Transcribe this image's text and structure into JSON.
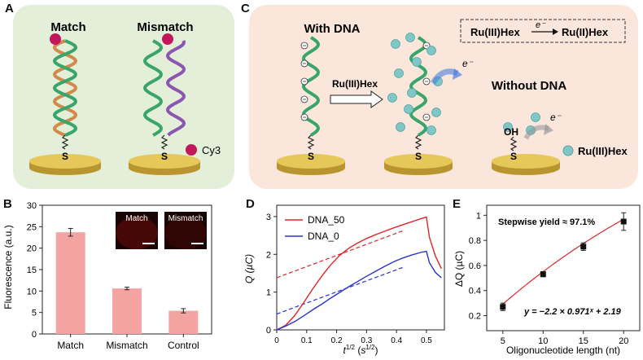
{
  "panels": {
    "A": {
      "letter": "A",
      "match_label": "Match",
      "mismatch_label": "Mismatch",
      "legend_label": "Cy3",
      "thiol_label": "S",
      "colors": {
        "bg": "#e3efd9",
        "strand": "#3aa56a",
        "match_strand": "#d18a4a",
        "mismatch_strand": "#8a56b0",
        "dye": "#c2185b",
        "gold": "#d9b84a"
      }
    },
    "B": {
      "letter": "B",
      "inset_labels": [
        "Match",
        "Mismatch"
      ]
    },
    "C": {
      "letter": "C",
      "with_dna_label": "With DNA",
      "without_dna_label": "Without DNA",
      "arrow_label": "Ru(III)Hex",
      "reaction_left": "Ru(III)Hex",
      "reaction_right": "Ru(II)Hex",
      "electron": "e⁻",
      "legend_label": "Ru(III)Hex",
      "oh_label": "OH",
      "thiol_label": "S",
      "charge": "⊖",
      "colors": {
        "bg": "#fbe6dc",
        "strand": "#3aa56a",
        "ball": "#7fc6c6",
        "gold": "#d9b84a"
      }
    },
    "D": {
      "letter": "D"
    },
    "E": {
      "letter": "E"
    }
  },
  "chart_data": [
    {
      "id": "B",
      "type": "bar",
      "categories": [
        "Match",
        "Mismatch",
        "Control"
      ],
      "values": [
        23.7,
        10.6,
        5.4
      ],
      "errors": [
        0.9,
        0.3,
        0.5
      ],
      "ylabel": "Fluorescence (a.u.)",
      "xlabel": "",
      "ylim": [
        0,
        30
      ],
      "yticks": [
        "0",
        "5",
        "10",
        "15",
        "20",
        "25",
        "30"
      ],
      "bar_color": "#f4a3a3"
    },
    {
      "id": "D",
      "type": "line",
      "xlabel": "t1/2 (s1/2)",
      "ylabel": "Q (µC)",
      "xlim": [
        0,
        0.56
      ],
      "ylim": [
        0,
        3.3
      ],
      "xticks": [
        "0",
        "0.1",
        "0.2",
        "0.3",
        "0.4",
        "0.5"
      ],
      "yticks": [
        "0",
        "1",
        "2",
        "3"
      ],
      "legend": "top-left",
      "series": [
        {
          "name": "DNA_50",
          "color": "#e0262a",
          "x": [
            0.0,
            0.03,
            0.06,
            0.09,
            0.12,
            0.15,
            0.18,
            0.21,
            0.24,
            0.27,
            0.3,
            0.33,
            0.36,
            0.39,
            0.42,
            0.45,
            0.48,
            0.5,
            0.51,
            0.53,
            0.55
          ],
          "y": [
            0.0,
            0.12,
            0.38,
            0.72,
            1.08,
            1.42,
            1.72,
            1.97,
            2.16,
            2.3,
            2.42,
            2.52,
            2.61,
            2.7,
            2.78,
            2.86,
            2.94,
            2.99,
            2.45,
            1.95,
            1.62
          ]
        },
        {
          "name": "DNA_0",
          "color": "#2832d0",
          "x": [
            0.0,
            0.03,
            0.06,
            0.09,
            0.12,
            0.15,
            0.18,
            0.21,
            0.24,
            0.27,
            0.3,
            0.33,
            0.36,
            0.39,
            0.42,
            0.45,
            0.48,
            0.5,
            0.51,
            0.53,
            0.55
          ],
          "y": [
            0.0,
            0.1,
            0.22,
            0.37,
            0.53,
            0.68,
            0.84,
            0.99,
            1.14,
            1.28,
            1.42,
            1.55,
            1.68,
            1.8,
            1.9,
            1.98,
            2.05,
            2.08,
            1.78,
            1.52,
            1.38
          ]
        }
      ],
      "fits": [
        {
          "color": "#e0262a",
          "x": [
            0.0,
            0.42
          ],
          "y": [
            1.38,
            2.62
          ]
        },
        {
          "color": "#2832d0",
          "x": [
            0.0,
            0.42
          ],
          "y": [
            0.42,
            1.65
          ]
        }
      ]
    },
    {
      "id": "E",
      "type": "scatter",
      "xlabel": "Oligonucleotide length (nt)",
      "ylabel": "ΔQ (µC)",
      "xlim": [
        3,
        22
      ],
      "ylim": [
        0.08,
        1.08
      ],
      "xticks": [
        "5",
        "10",
        "15",
        "20"
      ],
      "yticks": [
        "0.2",
        "0.4",
        "0.6",
        "0.8",
        "1"
      ],
      "x": [
        5,
        10,
        15,
        20
      ],
      "y": [
        0.27,
        0.53,
        0.75,
        0.95
      ],
      "errors": [
        0.03,
        0.02,
        0.03,
        0.07
      ],
      "fit_color": "#e0262a",
      "annotations": [
        "Stepwise yield ≈ 97.1%",
        "y = −2.2 × 0.971ˣ + 2.19"
      ]
    }
  ]
}
